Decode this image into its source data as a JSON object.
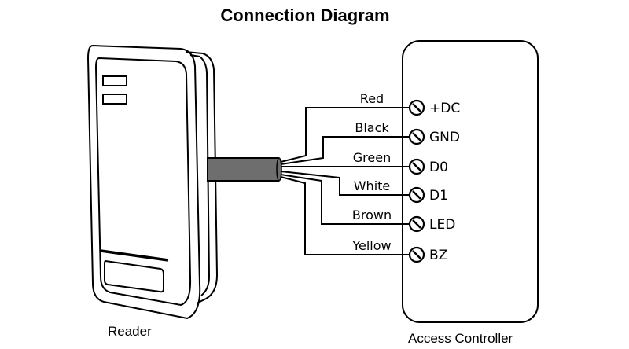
{
  "title": "Connection Diagram",
  "reader": {
    "label": "Reader"
  },
  "controller": {
    "label": "Access Controller"
  },
  "wires": [
    {
      "color": "Red",
      "terminal": "+DC"
    },
    {
      "color": "Black",
      "terminal": "GND"
    },
    {
      "color": "Green",
      "terminal": "D0"
    },
    {
      "color": "White",
      "terminal": "D1"
    },
    {
      "color": "Brown",
      "terminal": "LED"
    },
    {
      "color": "Yellow",
      "terminal": "BZ"
    }
  ]
}
